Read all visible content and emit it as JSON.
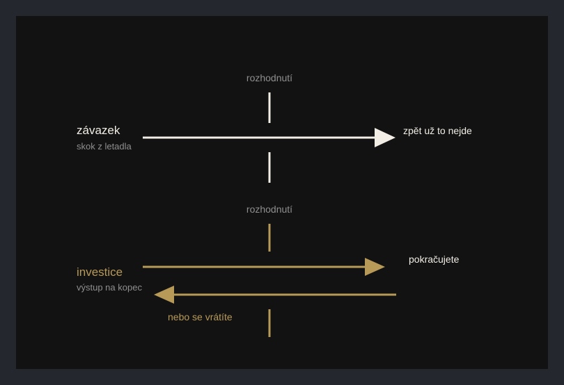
{
  "colors": {
    "background": "#121212",
    "frame": "#24272d",
    "commitment": "#f2eee6",
    "investment": "#b89a58",
    "muted": "#8f8f8f"
  },
  "commitment": {
    "decision_label": "rozhodnutí",
    "title": "závazek",
    "subtitle": "skok z letadla",
    "outcome": "zpět už to nejde"
  },
  "investment": {
    "decision_label": "rozhodnutí",
    "title": "investice",
    "subtitle": "výstup na kopec",
    "forward_outcome": "pokračujete",
    "back_outcome": "nebo se vrátíte"
  }
}
